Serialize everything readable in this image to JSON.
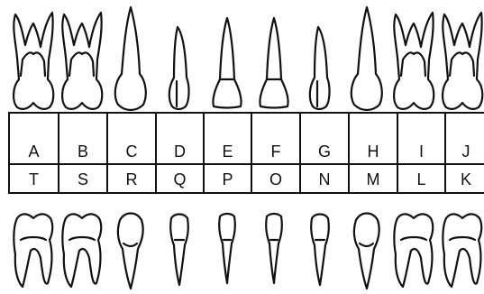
{
  "upper_teeth": [
    {
      "label": "A",
      "kind": "molar"
    },
    {
      "label": "B",
      "kind": "molar"
    },
    {
      "label": "C",
      "kind": "canine"
    },
    {
      "label": "D",
      "kind": "lateral-incisor"
    },
    {
      "label": "E",
      "kind": "central-incisor"
    },
    {
      "label": "F",
      "kind": "central-incisor"
    },
    {
      "label": "G",
      "kind": "lateral-incisor"
    },
    {
      "label": "H",
      "kind": "canine"
    },
    {
      "label": "I",
      "kind": "molar"
    },
    {
      "label": "J",
      "kind": "molar"
    }
  ],
  "lower_teeth": [
    {
      "label": "T",
      "kind": "molar"
    },
    {
      "label": "S",
      "kind": "molar"
    },
    {
      "label": "R",
      "kind": "canine"
    },
    {
      "label": "Q",
      "kind": "lateral-incisor"
    },
    {
      "label": "P",
      "kind": "central-incisor"
    },
    {
      "label": "O",
      "kind": "central-incisor"
    },
    {
      "label": "N",
      "kind": "lateral-incisor"
    },
    {
      "label": "M",
      "kind": "canine"
    },
    {
      "label": "L",
      "kind": "molar"
    },
    {
      "label": "K",
      "kind": "molar"
    }
  ],
  "colors": {
    "ink": "#111111",
    "paper": "#ffffff"
  }
}
